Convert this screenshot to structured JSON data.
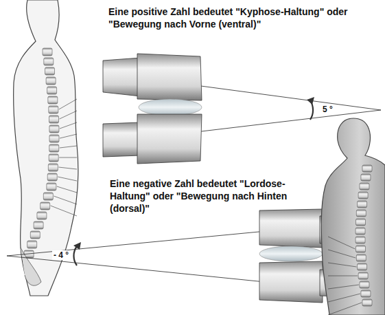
{
  "diagram": {
    "labels": [
      "Eine positive Zahl bedeutet \"Kyphose-Haltung\" oder \"Bewegung nach Vorne (ventral)\"",
      "5 °",
      "Eine negative Zahl bedeutet \"Lordose-Haltung\" oder \"Bewegung nach Hinten (dorsal)\"",
      "- 4 °"
    ]
  }
}
